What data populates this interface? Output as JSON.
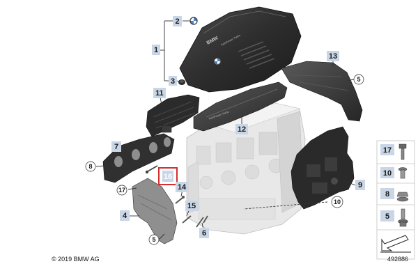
{
  "callouts": {
    "c1": "1",
    "c2": "2",
    "c3": "3",
    "c4": "4",
    "c5a": "5",
    "c5b": "5",
    "c6": "6",
    "c8": "8",
    "c9": "9",
    "c10": "10",
    "c11": "11",
    "c12": "12",
    "c13": "13",
    "c14": "14",
    "c15": "15",
    "c16": "16",
    "c17": "17"
  },
  "cover_marking": {
    "brand": "BMW",
    "model_text": "TwinPower Turbo"
  },
  "fastener_table": [
    {
      "label": "17"
    },
    {
      "label": "10"
    },
    {
      "label": "8"
    },
    {
      "label": "5"
    }
  ],
  "copyright": "© 2019 BMW AG",
  "document_number": "492886",
  "colors": {
    "label_fill": "#c9d6e6",
    "highlight": "#d32f2f",
    "part_dark": "#2e2e2e",
    "engine": "#e6e6e6"
  }
}
